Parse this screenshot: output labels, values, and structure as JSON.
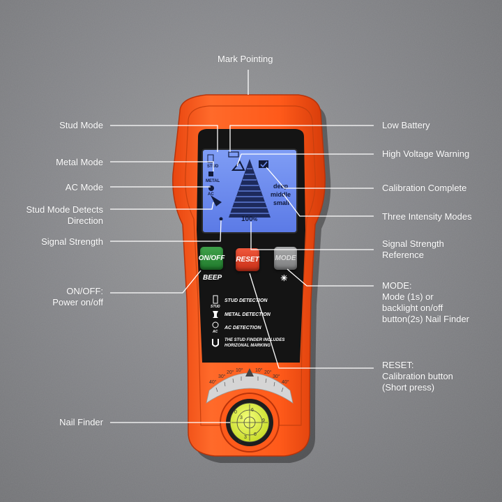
{
  "callouts": {
    "mark_pointing": "Mark Pointing",
    "stud_mode": "Stud Mode",
    "metal_mode": "Metal Mode",
    "ac_mode": "AC Mode",
    "stud_direction_1": "Stud Mode Detects",
    "stud_direction_2": "Direction",
    "signal_strength": "Signal Strength",
    "onoff_1": "ON/OFF:",
    "onoff_2": "Power on/off",
    "nail_finder": "Nail Finder",
    "low_battery": "Low Battery",
    "high_voltage": "High Voltage Warning",
    "calibration_complete": "Calibration Complete",
    "three_modes": "Three Intensity Modes",
    "ref_1": "Signal Strength",
    "ref_2": "Reference",
    "mode_1": "MODE:",
    "mode_2": "Mode (1s) or",
    "mode_3": "backlight on/off",
    "mode_4": "button(2s) Nail Finder",
    "reset_1": "RESET:",
    "reset_2": "Calibration button",
    "reset_3": "(Short press)"
  },
  "device": {
    "buttons": {
      "onoff": "ON/OFF",
      "reset": "RESET",
      "mode": "MODE",
      "beep": "BEEP"
    },
    "lcd": {
      "stud": "STUD",
      "metal": "METAL",
      "ac": "AC",
      "deep": "deep",
      "middle": "middle",
      "small": "small",
      "reading": "100",
      "percent": "%"
    },
    "panel": {
      "stud_detection": "STUD DETECTION",
      "metal_detection": "METAL DETECTION",
      "ac_detection": "AC DETECTION",
      "marking_1": "THE STUD FINDER INCLUDES",
      "marking_2": "HORIZONAL MARKING",
      "stud_small": "STUD",
      "ac_small": "AC"
    },
    "dial_degrees": [
      "40°",
      "30°",
      "20°",
      "10°",
      "10°",
      "20°",
      "30°",
      "40°"
    ],
    "level_numbers": [
      "0",
      "3",
      "6",
      "9",
      "6",
      "3",
      "0"
    ]
  },
  "colors": {
    "body_orange": "#ff5a1a",
    "lcd_blue": "#6c8cf0",
    "onoff_green": "#2f8f3c",
    "reset_red": "#e3421f",
    "mode_gray": "#8f9091"
  }
}
